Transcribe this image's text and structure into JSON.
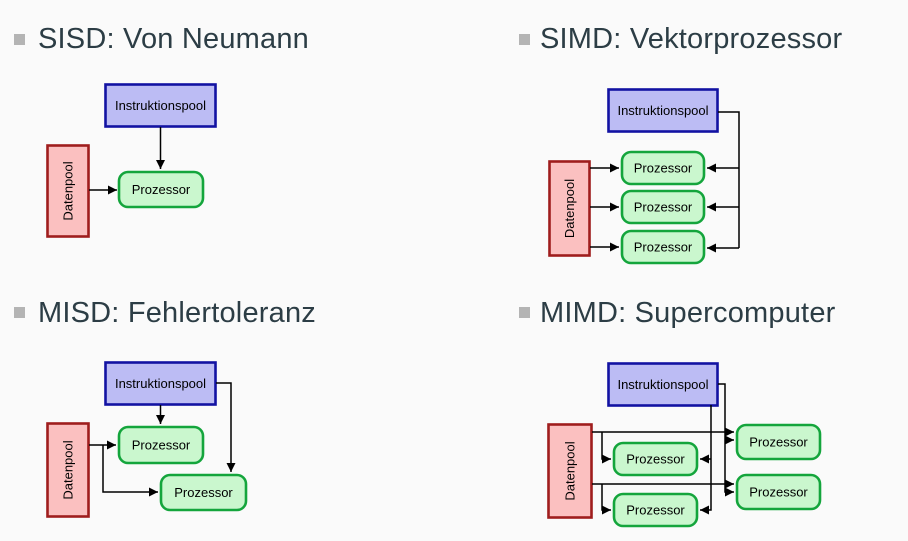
{
  "slide": {
    "background": "#fafafa"
  },
  "colors": {
    "slide_background": "#fafafa",
    "heading_text": "#2c3d45",
    "bullet": "#b4b4b4",
    "instruktionspool_fill": "#bcbcf4",
    "instruktionspool_border": "#1212a2",
    "datenpool_fill": "#fbc0c0",
    "datenpool_border": "#9f1d1d",
    "prozessor_fill": "#caf7ce",
    "prozessor_border": "#14a53c",
    "connector": "#000000",
    "label_text": "#000000"
  },
  "labels": {
    "instruktionspool": "Instruktionspool",
    "datenpool": "Datenpool",
    "prozessor": "Prozessor"
  },
  "sections": [
    {
      "id": "sisd",
      "title": "SISD: Von Neumann",
      "processors": 1
    },
    {
      "id": "simd",
      "title": "SIMD: Vektorprozessor",
      "processors": 3
    },
    {
      "id": "misd",
      "title": "MISD: Fehlertoleranz",
      "processors": 2
    },
    {
      "id": "mimd",
      "title": "MIMD: Supercomputer",
      "processors": 4
    }
  ]
}
